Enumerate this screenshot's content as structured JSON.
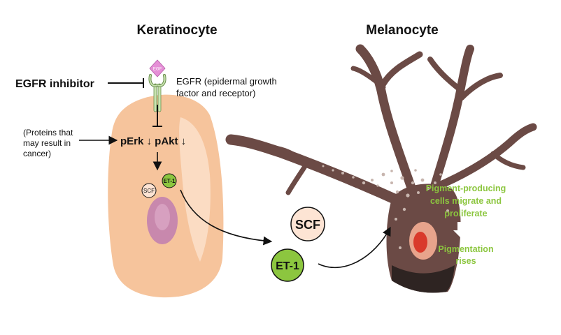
{
  "titles": {
    "keratinocyte": "Keratinocyte",
    "melanocyte": "Melanocyte"
  },
  "labels": {
    "egfr_inhibitor": "EGFR inhibitor",
    "egf": "EGF",
    "egfr_line1": "EGFR (epidermal growth",
    "egfr_line2": "factor and receptor)",
    "proteins_line1": "(Proteins that",
    "proteins_line2": "may result in",
    "proteins_line3": "cancer)",
    "perk": "pErk ↓ pAkt ↓",
    "scf_small": "SCF",
    "et1_small": "ET-1",
    "scf_large": "SCF",
    "et1_large": "ET-1",
    "migrate_line1": "Pigment-producing",
    "migrate_line2": "cells migrate and",
    "migrate_line3": "proliferate",
    "pigment_line1": "Pigmentation",
    "pigment_line2": "rises"
  },
  "colors": {
    "keratinocyte_fill": "#f6c49c",
    "nucleus_fill": "#c888ad",
    "melanocyte_fill": "#6b4a45",
    "melanocyte_dark": "#2e2422",
    "green_circle": "#8cc63f",
    "scf_circle": "#fde4d4",
    "green_text": "#8cc63f",
    "egf_pink": "#e58fd6",
    "receptor_green": "#c9e3b0"
  }
}
